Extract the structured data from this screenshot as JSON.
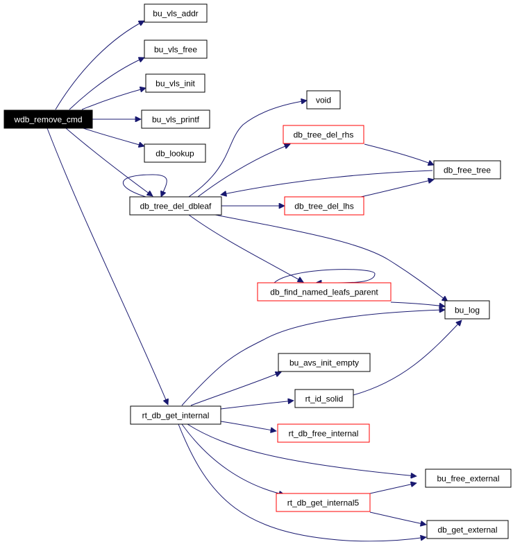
{
  "colors": {
    "edge": "#191970",
    "border": "#000000",
    "truncated_border": "#ff0000",
    "root_fill": "#000000",
    "root_text": "#ffffff"
  },
  "nodes": {
    "wdb_remove_cmd": "wdb_remove_cmd",
    "bu_vls_addr": "bu_vls_addr",
    "bu_vls_free": "bu_vls_free",
    "bu_vls_init": "bu_vls_init",
    "bu_vls_printf": "bu_vls_printf",
    "db_lookup": "db_lookup",
    "void": "void",
    "db_tree_del_rhs": "db_tree_del_rhs",
    "db_free_tree": "db_free_tree",
    "db_tree_del_dbleaf": "db_tree_del_dbleaf",
    "db_tree_del_lhs": "db_tree_del_lhs",
    "db_find_named_leafs_parent": "db_find_named_leafs_parent",
    "bu_log": "bu_log",
    "bu_avs_init_empty": "bu_avs_init_empty",
    "rt_id_solid": "rt_id_solid",
    "rt_db_get_internal": "rt_db_get_internal",
    "rt_db_free_internal": "rt_db_free_internal",
    "bu_free_external": "bu_free_external",
    "rt_db_get_internal5": "rt_db_get_internal5",
    "db_get_external": "db_get_external"
  }
}
